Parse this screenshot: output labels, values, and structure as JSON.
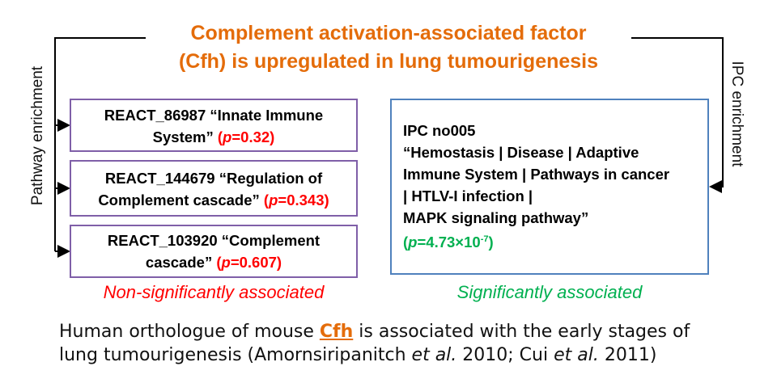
{
  "title": {
    "line1": "Complement activation-associated factor",
    "line2": "(Cfh)  is upregulated in lung tumourigenesis"
  },
  "side_labels": {
    "left": "Pathway enrichment",
    "right": "IPC enrichment"
  },
  "react_boxes": [
    {
      "line1": "REACT_86987 “Innate Immune",
      "line2_text": "System” ",
      "p_label": "p",
      "p_value": "=0.32)",
      "p_open": "("
    },
    {
      "line1": "REACT_144679 “Regulation of",
      "line2_text": "Complement cascade” ",
      "p_label": "p",
      "p_value": "=0.343)",
      "p_open": "("
    },
    {
      "line1": "REACT_103920 “Complement",
      "line2_text": "cascade” ",
      "p_label": "p",
      "p_value": "=0.607)",
      "p_open": "("
    }
  ],
  "ipc_box": {
    "line1": "IPC no005",
    "line2": "“Hemostasis | Disease | Adaptive",
    "line3": "Immune System | Pathways in cancer",
    "line4": "| HTLV-I infection |",
    "line5": "MAPK signaling pathway”",
    "p_open": "(",
    "p_label": "p",
    "p_value": "=4.73×10",
    "p_exp": "-7",
    "p_close": ")"
  },
  "associations": {
    "left": "Non-significantly associated",
    "right": "Significantly associated"
  },
  "footer": {
    "part1": "Human orthologue of mouse ",
    "gene": "Cfh",
    "part2": " is associated with the early stages of",
    "line2_a": "lung tumourigenesis (Amornsiripanitch ",
    "etal1": "et al.",
    "line2_b": " 2010; Cui ",
    "etal2": "et al.",
    "line2_c": " 2011)"
  },
  "colors": {
    "title": "#e46c0a",
    "react_border": "#7f5fa8",
    "ipc_border": "#4f81bd",
    "nonsig": "#ff0000",
    "sig": "#00b050"
  }
}
